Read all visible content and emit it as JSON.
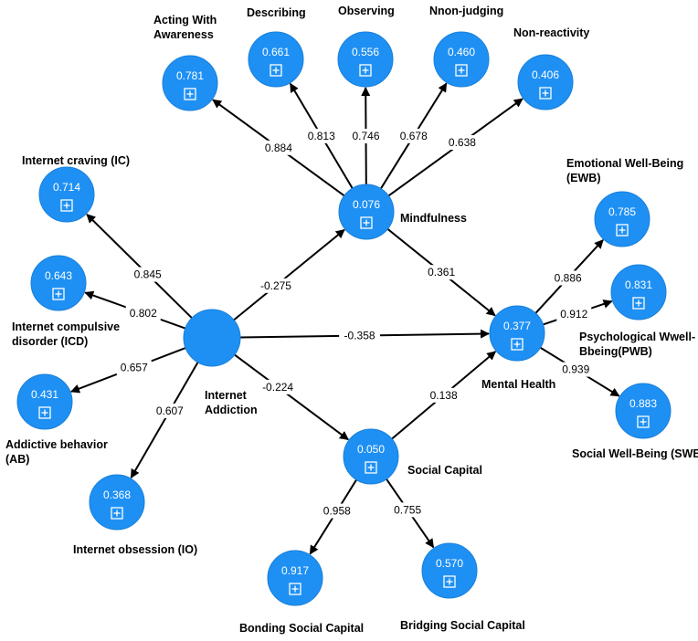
{
  "nodes": {
    "awa": {
      "r2": "0.781",
      "label": [
        "Acting With",
        "Awareness"
      ]
    },
    "desc": {
      "r2": "0.661",
      "label": [
        "Describing"
      ]
    },
    "obs": {
      "r2": "0.556",
      "label": [
        "Observing"
      ]
    },
    "nonj": {
      "r2": "0.460",
      "label": [
        "Nnon-judging"
      ]
    },
    "nonr": {
      "r2": "0.406",
      "label": [
        "Non-reactivity"
      ]
    },
    "ic": {
      "r2": "0.714",
      "label": [
        "Internet craving (IC)"
      ]
    },
    "icd": {
      "r2": "0.643",
      "label": [
        "Internet compulsive",
        "disorder (ICD)"
      ]
    },
    "ab": {
      "r2": "0.431",
      "label": [
        "Addictive behavior",
        "(AB)"
      ]
    },
    "io": {
      "r2": "0.368",
      "label": [
        "Internet obsession (IO)"
      ]
    },
    "ia": {
      "r2": "",
      "label": [
        "Internet",
        "Addiction"
      ]
    },
    "mind": {
      "r2": "0.076",
      "label": [
        "Mindfulness"
      ]
    },
    "mh": {
      "r2": "0.377",
      "label": [
        "Mental Health"
      ]
    },
    "sc": {
      "r2": "0.050",
      "label": [
        "Social Capital"
      ]
    },
    "ewb": {
      "r2": "0.785",
      "label": [
        "Emotional Well-Being",
        "(EWB)"
      ]
    },
    "pwb": {
      "r2": "0.831",
      "label": [
        "Psychological Wwell-",
        "Bbeing(PWB)"
      ]
    },
    "swb": {
      "r2": "0.883",
      "label": [
        "Social Well-Being (SWB)"
      ]
    },
    "bsc": {
      "r2": "0.917",
      "label": [
        "Bonding Social Capital"
      ]
    },
    "brsc": {
      "r2": "0.570",
      "label": [
        "Bridging Social Capital"
      ]
    }
  },
  "edges": [
    {
      "from": "mind",
      "to": "awa",
      "coef": "0.884"
    },
    {
      "from": "mind",
      "to": "desc",
      "coef": "0.813"
    },
    {
      "from": "mind",
      "to": "obs",
      "coef": "0.746"
    },
    {
      "from": "mind",
      "to": "nonj",
      "coef": "0.678"
    },
    {
      "from": "mind",
      "to": "nonr",
      "coef": "0.638"
    },
    {
      "from": "ia",
      "to": "ic",
      "coef": "0.845"
    },
    {
      "from": "ia",
      "to": "icd",
      "coef": "0.802"
    },
    {
      "from": "ia",
      "to": "ab",
      "coef": "0.657"
    },
    {
      "from": "ia",
      "to": "io",
      "coef": "0.607"
    },
    {
      "from": "ia",
      "to": "mind",
      "coef": "-0.275"
    },
    {
      "from": "ia",
      "to": "mh",
      "coef": "-0.358"
    },
    {
      "from": "ia",
      "to": "sc",
      "coef": "-0.224"
    },
    {
      "from": "mind",
      "to": "mh",
      "coef": "0.361"
    },
    {
      "from": "sc",
      "to": "mh",
      "coef": "0.138"
    },
    {
      "from": "mh",
      "to": "ewb",
      "coef": "0.886"
    },
    {
      "from": "mh",
      "to": "pwb",
      "coef": "0.912"
    },
    {
      "from": "mh",
      "to": "swb",
      "coef": "0.939"
    },
    {
      "from": "sc",
      "to": "bsc",
      "coef": "0.958"
    },
    {
      "from": "sc",
      "to": "brsc",
      "coef": "0.755"
    }
  ]
}
